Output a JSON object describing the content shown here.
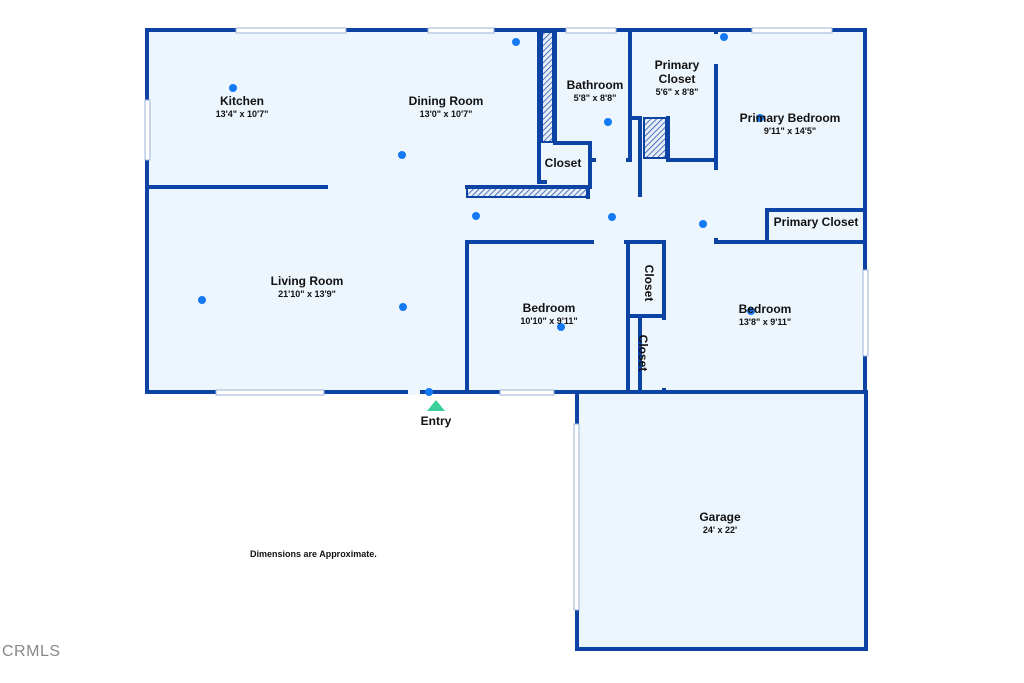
{
  "colors": {
    "wall": "#0d43a5",
    "floor": "#eef6fd",
    "dot": "#1479f2",
    "entry": "#3ccf9a"
  },
  "rooms": {
    "kitchen": {
      "name": "Kitchen",
      "dims": "13'4\" x 10'7\""
    },
    "dining": {
      "name": "Dining Room",
      "dims": "13'0\" x 10'7\""
    },
    "bathroom": {
      "name": "Bathroom",
      "dims": "5'8\" x 8'8\""
    },
    "primary_closet_1": {
      "name": "Primary\nCloset",
      "dims": "5'6\" x 8'8\""
    },
    "primary_bedroom": {
      "name": "Primary Bedroom",
      "dims": "9'11\" x 14'5\""
    },
    "closet_hall": {
      "name": "Closet"
    },
    "primary_closet_2": {
      "name": "Primary Closet"
    },
    "living": {
      "name": "Living Room",
      "dims": "21'10\" x 13'9\""
    },
    "bedroom_1": {
      "name": "Bedroom",
      "dims": "10'10\" x 9'11\""
    },
    "closet_v1": {
      "name": "Closet"
    },
    "closet_v2": {
      "name": "Closet"
    },
    "bedroom_2": {
      "name": "Bedroom",
      "dims": "13'8\" x 9'11\""
    },
    "garage": {
      "name": "Garage",
      "dims": "24' x 22'"
    }
  },
  "entry_label": "Entry",
  "note": "Dimensions are Approximate.",
  "watermark": "CRMLS"
}
